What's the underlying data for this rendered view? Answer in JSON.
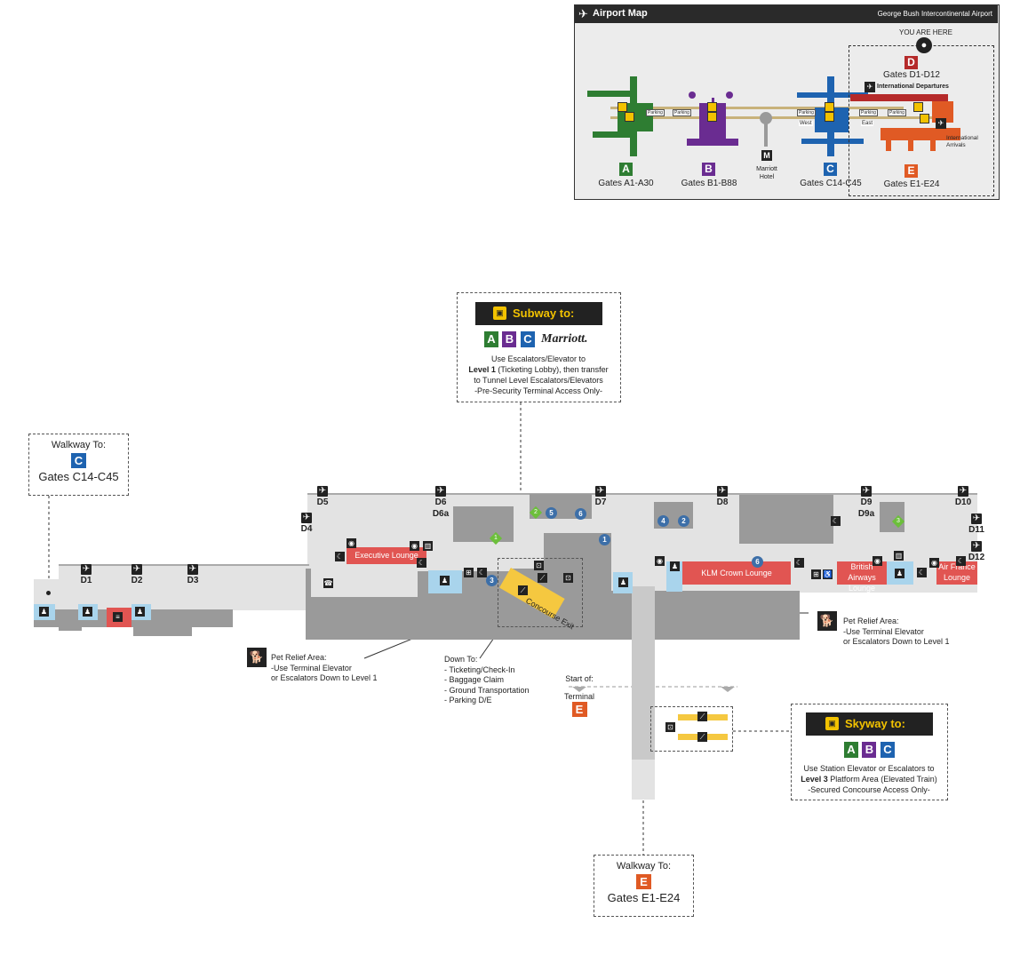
{
  "inset": {
    "title": "Airport Map",
    "airport": "George Bush Intercontinental Airport",
    "you_are_here": "YOU ARE HERE",
    "terminals": [
      {
        "letter": "A",
        "gates": "Gates A1-A30",
        "color": "#2e7d32"
      },
      {
        "letter": "B",
        "gates": "Gates B1-B88",
        "color": "#6a2c91"
      },
      {
        "letter": "C",
        "gates": "Gates C14-C45",
        "color": "#1e63b0"
      },
      {
        "letter": "D",
        "gates": "Gates D1-D12",
        "color": "#b52a2a"
      },
      {
        "letter": "E",
        "gates": "Gates E1-E24",
        "color": "#e05a24"
      }
    ],
    "hotel": "Marriott Hotel",
    "intl_departures": "International Departures",
    "intl_arrivals": "International Arrivals",
    "parking": "Parking",
    "west": "West",
    "east": "East"
  },
  "subway": {
    "title": "Subway to:",
    "marriott": "Marriott.",
    "line1": "Use Escalators/Elevator to",
    "line2_bold": "Level 1",
    "line2_rest": " (Ticketing Lobby), then transfer",
    "line3": "to Tunnel Level Escalators/Elevators",
    "line4": "-Pre-Security Terminal Access Only-"
  },
  "walkway_c": {
    "title": "Walkway To:",
    "letter": "C",
    "gates": "Gates C14-C45"
  },
  "walkway_e": {
    "title": "Walkway To:",
    "letter": "E",
    "gates": "Gates E1-E24"
  },
  "skyway": {
    "title": "Skyway to:",
    "line1": "Use Station Elevator or Escalators to",
    "line2_bold": "Level 3",
    "line2_rest": " Platform Area (Elevated Train)",
    "line3": "-Secured Concourse Access Only-"
  },
  "gates": [
    "D1",
    "D2",
    "D3",
    "D4",
    "D5",
    "D6",
    "D6a",
    "D7",
    "D8",
    "D9",
    "D9a",
    "D10",
    "D11",
    "D12"
  ],
  "lounges": {
    "executive": "Executive Lounge",
    "klm": "KLM Crown Lounge",
    "british": "British Airways Lounge",
    "airfrance": "Air France Lounge"
  },
  "concourse_exit": "Concourse Exit",
  "pet_relief_left": {
    "title": "Pet Relief Area:",
    "l1": "-Use Terminal Elevator",
    "l2": "or Escalators Down to Level 1"
  },
  "pet_relief_right": {
    "title": "Pet Relief Area:",
    "l1": "-Use Terminal Elevator",
    "l2": "or Escalators Down to Level 1"
  },
  "down_to": {
    "title": "Down To:",
    "items": [
      "- Ticketing/Check-In",
      "- Baggage Claim",
      "- Ground Transportation",
      "- Parking D/E"
    ]
  },
  "start_of": {
    "l1": "Start of:",
    "l2": "Terminal",
    "letter": "E"
  },
  "markers": {
    "c1": "1",
    "c2": "2",
    "c3": "3",
    "c4": "4",
    "c5": "5",
    "c6": "6",
    "d1": "1",
    "d2": "2",
    "d3": "3"
  },
  "colors": {
    "a": "#2e7d32",
    "b": "#6a2c91",
    "c": "#1e63b0",
    "d": "#b52a2a",
    "e": "#e05a24",
    "lounge": "#e15552",
    "restroom": "#a9d4ec",
    "gray": "#9a9a9a",
    "light": "#e3e3e3"
  }
}
